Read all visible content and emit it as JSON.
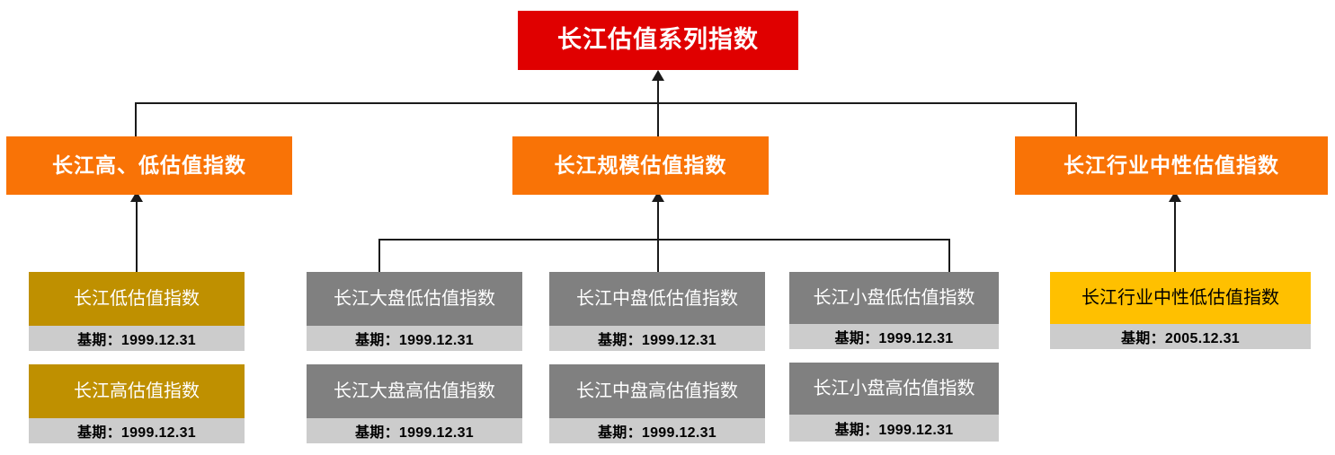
{
  "diagram": {
    "title_root": "长江估值系列指数",
    "base_label_prefix": "基期：",
    "colors": {
      "root": "#E00000",
      "level2": "#F97306",
      "leaf_gold": "#BF9000",
      "leaf_gray": "#808080",
      "leaf_amber": "#FFC000",
      "footer": "#CCCCCC",
      "connector": "#1A1A1A",
      "background": "#FFFFFF"
    },
    "root": {
      "label": "长江估值系列指数"
    },
    "level2": [
      {
        "label": "长江高、低估值指数"
      },
      {
        "label": "长江规模估值指数"
      },
      {
        "label": "长江行业中性估值指数"
      }
    ],
    "leaves": [
      {
        "label": "长江低估值指数",
        "base": "基期：1999.12.31",
        "style": "gold"
      },
      {
        "label": "长江高估值指数",
        "base": "基期：1999.12.31",
        "style": "gold"
      },
      {
        "label": "长江大盘低估值指数",
        "base": "基期：1999.12.31",
        "style": "gray"
      },
      {
        "label": "长江大盘高估值指数",
        "base": "基期：1999.12.31",
        "style": "gray"
      },
      {
        "label": "长江中盘低估值指数",
        "base": "基期：1999.12.31",
        "style": "gray"
      },
      {
        "label": "长江中盘高估值指数",
        "base": "基期：1999.12.31",
        "style": "gray"
      },
      {
        "label": "长江小盘低估值指数",
        "base": "基期：1999.12.31",
        "style": "gray"
      },
      {
        "label": "长江小盘高估值指数",
        "base": "基期：1999.12.31",
        "style": "gray"
      },
      {
        "label": "长江行业中性低估值指数",
        "base": "基期：2005.12.31",
        "style": "amber"
      }
    ]
  }
}
